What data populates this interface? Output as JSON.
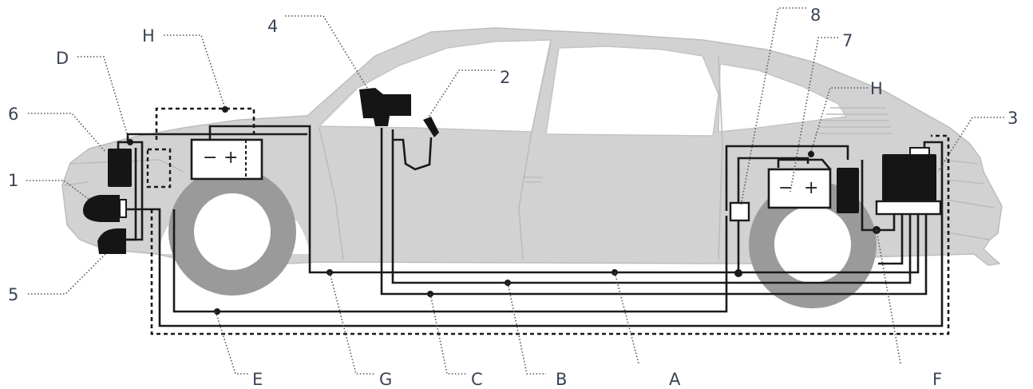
{
  "labels": {
    "n1": "1",
    "n2": "2",
    "n3": "3",
    "n4": "4",
    "n5": "5",
    "n6": "6",
    "n7": "7",
    "n8": "8",
    "A": "A",
    "B": "B",
    "C": "C",
    "D": "D",
    "E": "E",
    "F": "F",
    "G": "G",
    "H_front": "H",
    "H_rear": "H"
  },
  "symbols": {
    "front_battery_minus": "−",
    "front_battery_plus": "+",
    "rear_battery_minus": "−",
    "rear_battery_plus": "+"
  }
}
